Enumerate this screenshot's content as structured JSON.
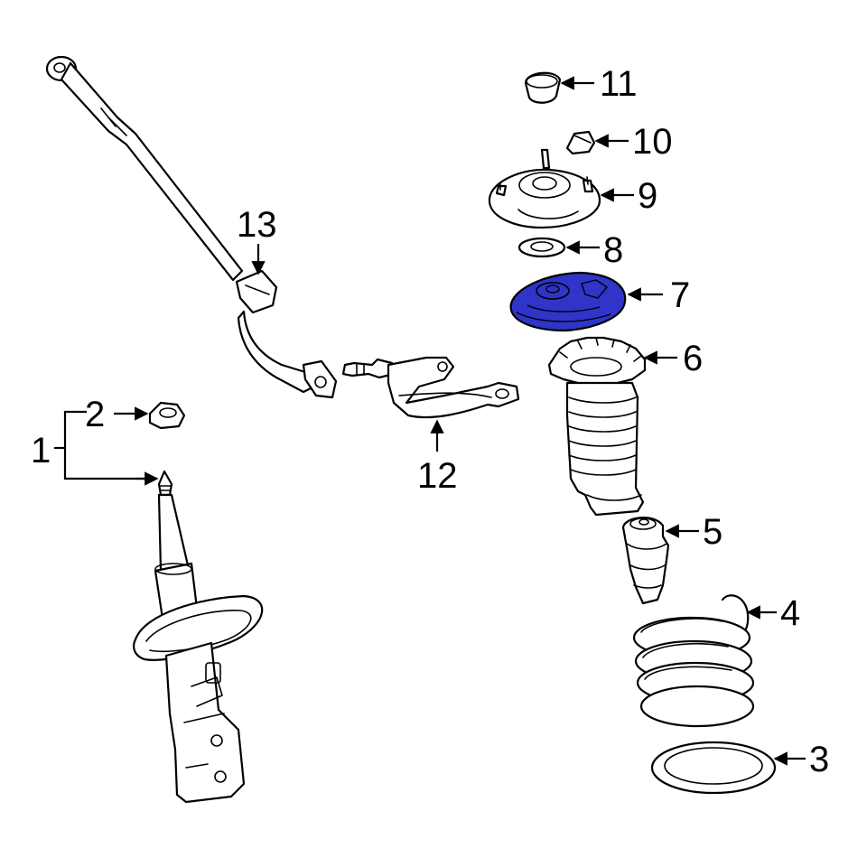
{
  "callouts": {
    "p1": "1",
    "p2": "2",
    "p3": "3",
    "p4": "4",
    "p5": "5",
    "p6": "6",
    "p7": "7",
    "p8": "8",
    "p9": "9",
    "p10": "10",
    "p11": "11",
    "p12": "12",
    "p13": "13"
  },
  "colors": {
    "highlight_fill": "#2E35C8",
    "line": "#000000",
    "background": "#FFFFFF"
  },
  "highlighted_part": "7"
}
